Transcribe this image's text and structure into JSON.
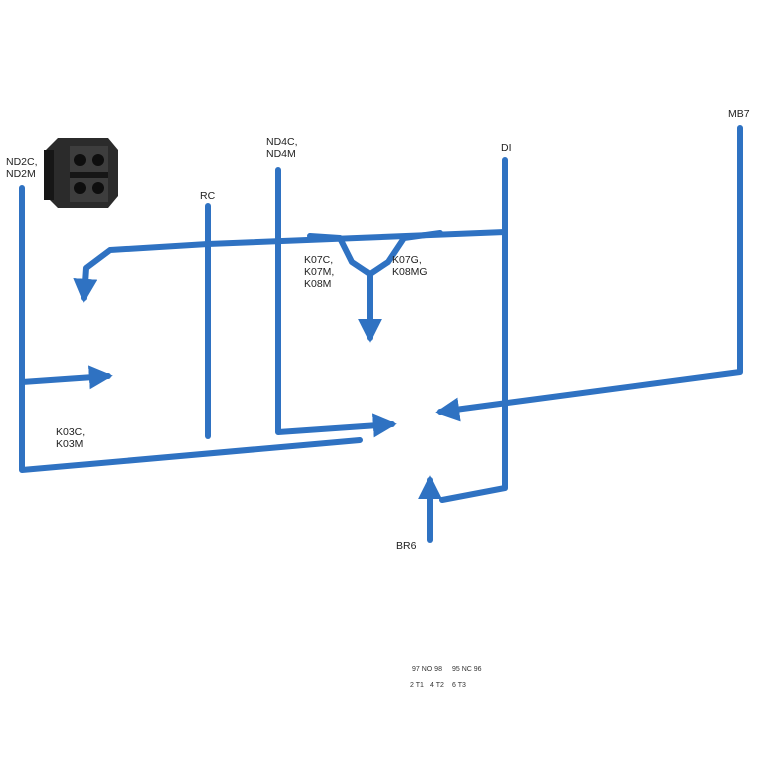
{
  "colors": {
    "connector": "#2f72c2",
    "housing": "#2b2b2b",
    "housing_shadow": "#161616",
    "housing_light": "#3d3d3d",
    "terminal": "#0e0e0e",
    "label_plate": "#e8e8e8",
    "overload_face": "#d9d9d9",
    "dial_blue": "#2d5fd0",
    "dial_red": "#c8262e",
    "background": "#ffffff"
  },
  "labels": {
    "nd2": [
      "ND2C,",
      "ND2M"
    ],
    "rc": [
      "RC"
    ],
    "nd4": [
      "ND4C,",
      "ND4M"
    ],
    "di": [
      "DI"
    ],
    "mb7": [
      "MB7"
    ],
    "k07c": [
      "K07C,",
      "K07M,",
      "K08M"
    ],
    "k07g": [
      "K07G,",
      "K08MG"
    ],
    "k03": [
      "K03C,",
      "K03M"
    ],
    "br6": [
      "BR6"
    ]
  },
  "overload_face_text": {
    "top_left": "97 NO 98",
    "top_right": "95 NC 96",
    "bottom_1": "2 T1",
    "bottom_2": "4 T2",
    "bottom_3": "6 T3"
  },
  "icons": {
    "nd2": "auxiliary-contact-block-2-icon",
    "rc": "rc-suppressor-icon",
    "nd4": "auxiliary-contact-block-4-icon",
    "di": "diode-suppressor-icon",
    "mb7": "mechanical-interlock-icon",
    "k03": "mini-contactor-icon",
    "k07": "contactor-icon",
    "br6": "thermal-overload-relay-icon"
  }
}
